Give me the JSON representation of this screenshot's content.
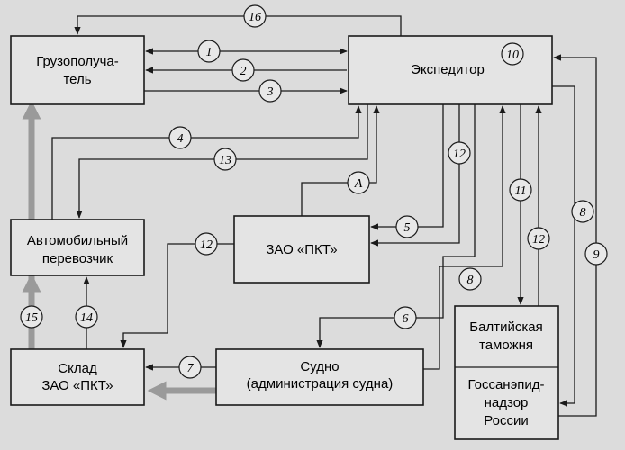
{
  "boxes": {
    "recipient": [
      "Грузополуча-",
      "тель"
    ],
    "forwarder": "Экспедитор",
    "pkt": "ЗАО «ПКТ»",
    "carrier": [
      "Автомобильный",
      "перевозчик"
    ],
    "warehouse": [
      "Склад",
      "ЗАО «ПКТ»"
    ],
    "ship": [
      "Судно",
      "(администрация судна)"
    ],
    "customs": [
      "Балтийская",
      "таможня"
    ],
    "gossan": [
      "Госсанэпид-",
      "надзор",
      "России"
    ]
  },
  "flows": {
    "f1": "1",
    "f2": "2",
    "f3": "3",
    "f4": "4",
    "f5": "5",
    "f6": "6",
    "f7": "7",
    "f8a": "8",
    "f8b": "8",
    "f9": "9",
    "f10": "10",
    "f11": "11",
    "f12a": "12",
    "f12b": "12",
    "f12c": "12",
    "f13": "13",
    "f14": "14",
    "f15": "15",
    "f16": "16",
    "fA": "A"
  },
  "colors": {
    "line": "#1a1a1a",
    "thick_flow": "#9a9a9a",
    "background": "#dcdcdc"
  }
}
